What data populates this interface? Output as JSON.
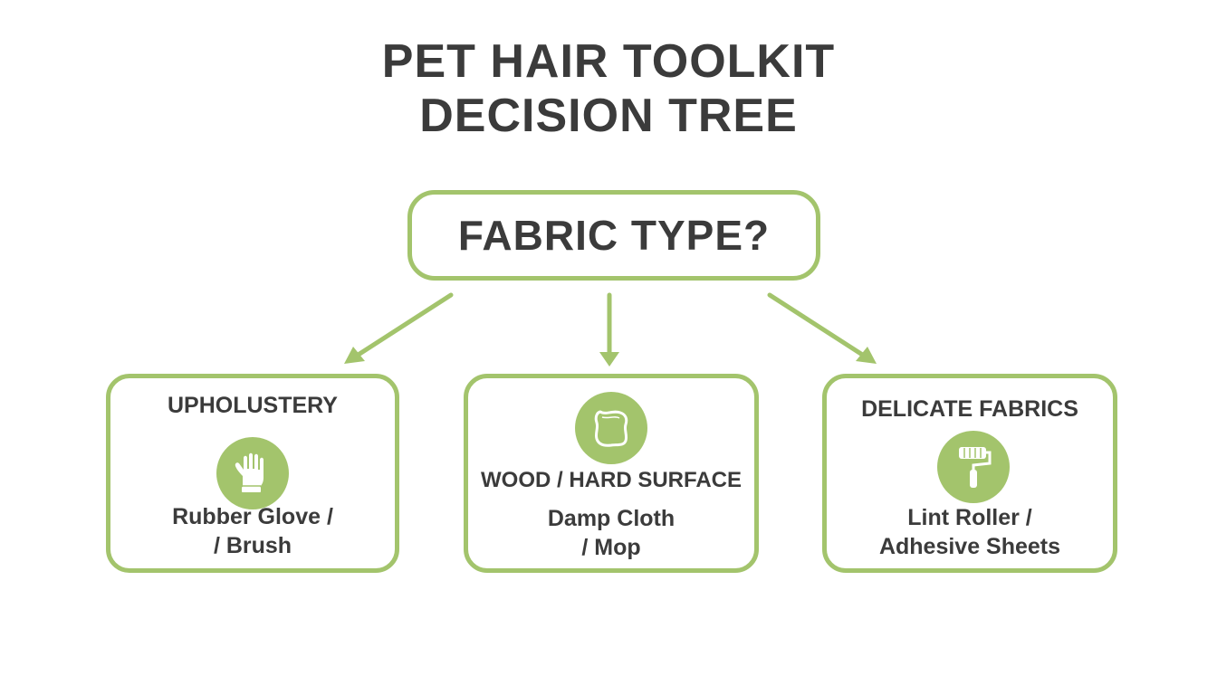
{
  "title": {
    "line1": "PET HAIR TOOLKIT",
    "line2": "DECISION TREE"
  },
  "root": {
    "label": "FABRIC TYPE?"
  },
  "branches": [
    {
      "heading": "UPHOLUSTERY",
      "icon": "glove-icon",
      "label_line1": "Rubber Glove /",
      "label_line2": "/ Brush"
    },
    {
      "heading": "WOOD / HARD SURFACE",
      "icon": "cloth-icon",
      "label_line1": "Damp Cloth",
      "label_line2": "/ Mop"
    },
    {
      "heading": "DELICATE FABRICS",
      "icon": "lint-roller-icon",
      "label_line1": "Lint Roller /",
      "label_line2": "Adhesive Sheets"
    }
  ],
  "colors": {
    "accent": "#a3c46c",
    "text": "#3b3b3b",
    "background": "#ffffff"
  }
}
